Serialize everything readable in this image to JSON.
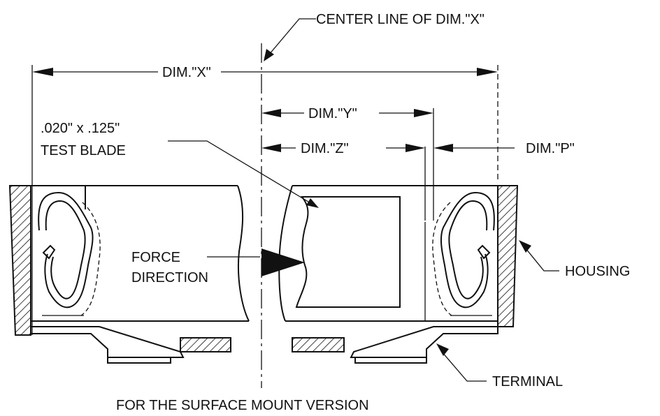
{
  "labels": {
    "center_line": "CENTER  LINE OF  DIM.\"X\"",
    "dim_x": "DIM.\"X\"",
    "dim_y": "DIM.\"Y\"",
    "dim_z": "DIM.\"Z\"",
    "dim_p": "DIM.\"P\"",
    "blade_line1": ".020\" x .125\"",
    "blade_line2": "TEST  BLADE",
    "force_line1": "FORCE",
    "force_line2": "DIRECTION",
    "housing": "HOUSING",
    "terminal": "TERMINAL",
    "caption": "FOR THE SURFACE MOUNT VERSION"
  }
}
